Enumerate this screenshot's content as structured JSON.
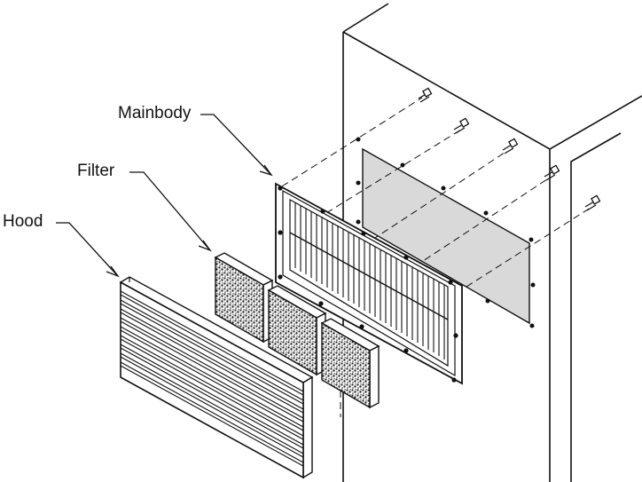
{
  "labels": {
    "mainbody": "Mainbody",
    "filter": "Filter",
    "hood": "Hood"
  },
  "colors": {
    "line": "#111111",
    "panel_fill": "#d9d9d9",
    "background": "#ffffff",
    "filter_speckle": "#222222"
  }
}
